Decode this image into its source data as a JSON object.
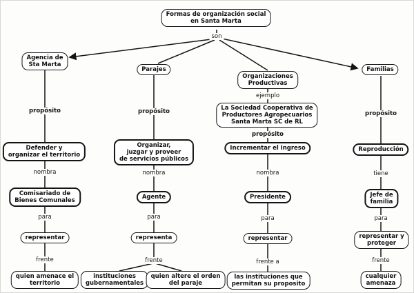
{
  "diagram": {
    "title": "Formas de organización social en Santa Marta",
    "colors": {
      "background": "#fdfdfc",
      "line": "#141414",
      "box_fill": "#ffffff",
      "text": "#111111"
    },
    "links": {
      "son": "son",
      "proposito": "propósito",
      "ejemplo": "ejemplo",
      "nombra": "nombra",
      "para": "para",
      "frente": "frente",
      "frente_a": "frente a",
      "tiene": "tiene"
    },
    "concepts": {
      "root": "Formas de organización social\nen Santa Marta",
      "agencia": "Agencia de\nSta Marta",
      "parajes": "Parajes",
      "organizaciones": "Organizaciones\nProductivas",
      "familias": "Familias",
      "defender": "Defender y\norganizar el territorio",
      "comisariado": "Comisariado de\nBienes Comunales",
      "representar1": "representar",
      "quien_amenace": "quien amenace el\nterritorio",
      "organizar": "Organizar,\njuzgar y proveer\nde servicios públicos",
      "agente": "Agente",
      "representa": "representa",
      "instituciones_gub": "instituciones\ngubernamentales",
      "quien_altere": "quien altere el orden\ndel paraje",
      "sociedad": "La Sociedad Cooperativa de\nProductores Agropecuarios\nSanta Marta SC de RL",
      "incrementar": "Incrementar el ingreso",
      "presidente": "Presidente",
      "representar3": "representar",
      "las_instituciones": "las instituciones que\npermitan su proposito",
      "reproduccion": "Reproducción",
      "jefe": "Jefe de\nfamilia",
      "representar_proteger": "representar y\nproteger",
      "cualquier": "cualquier\namenaza"
    }
  }
}
